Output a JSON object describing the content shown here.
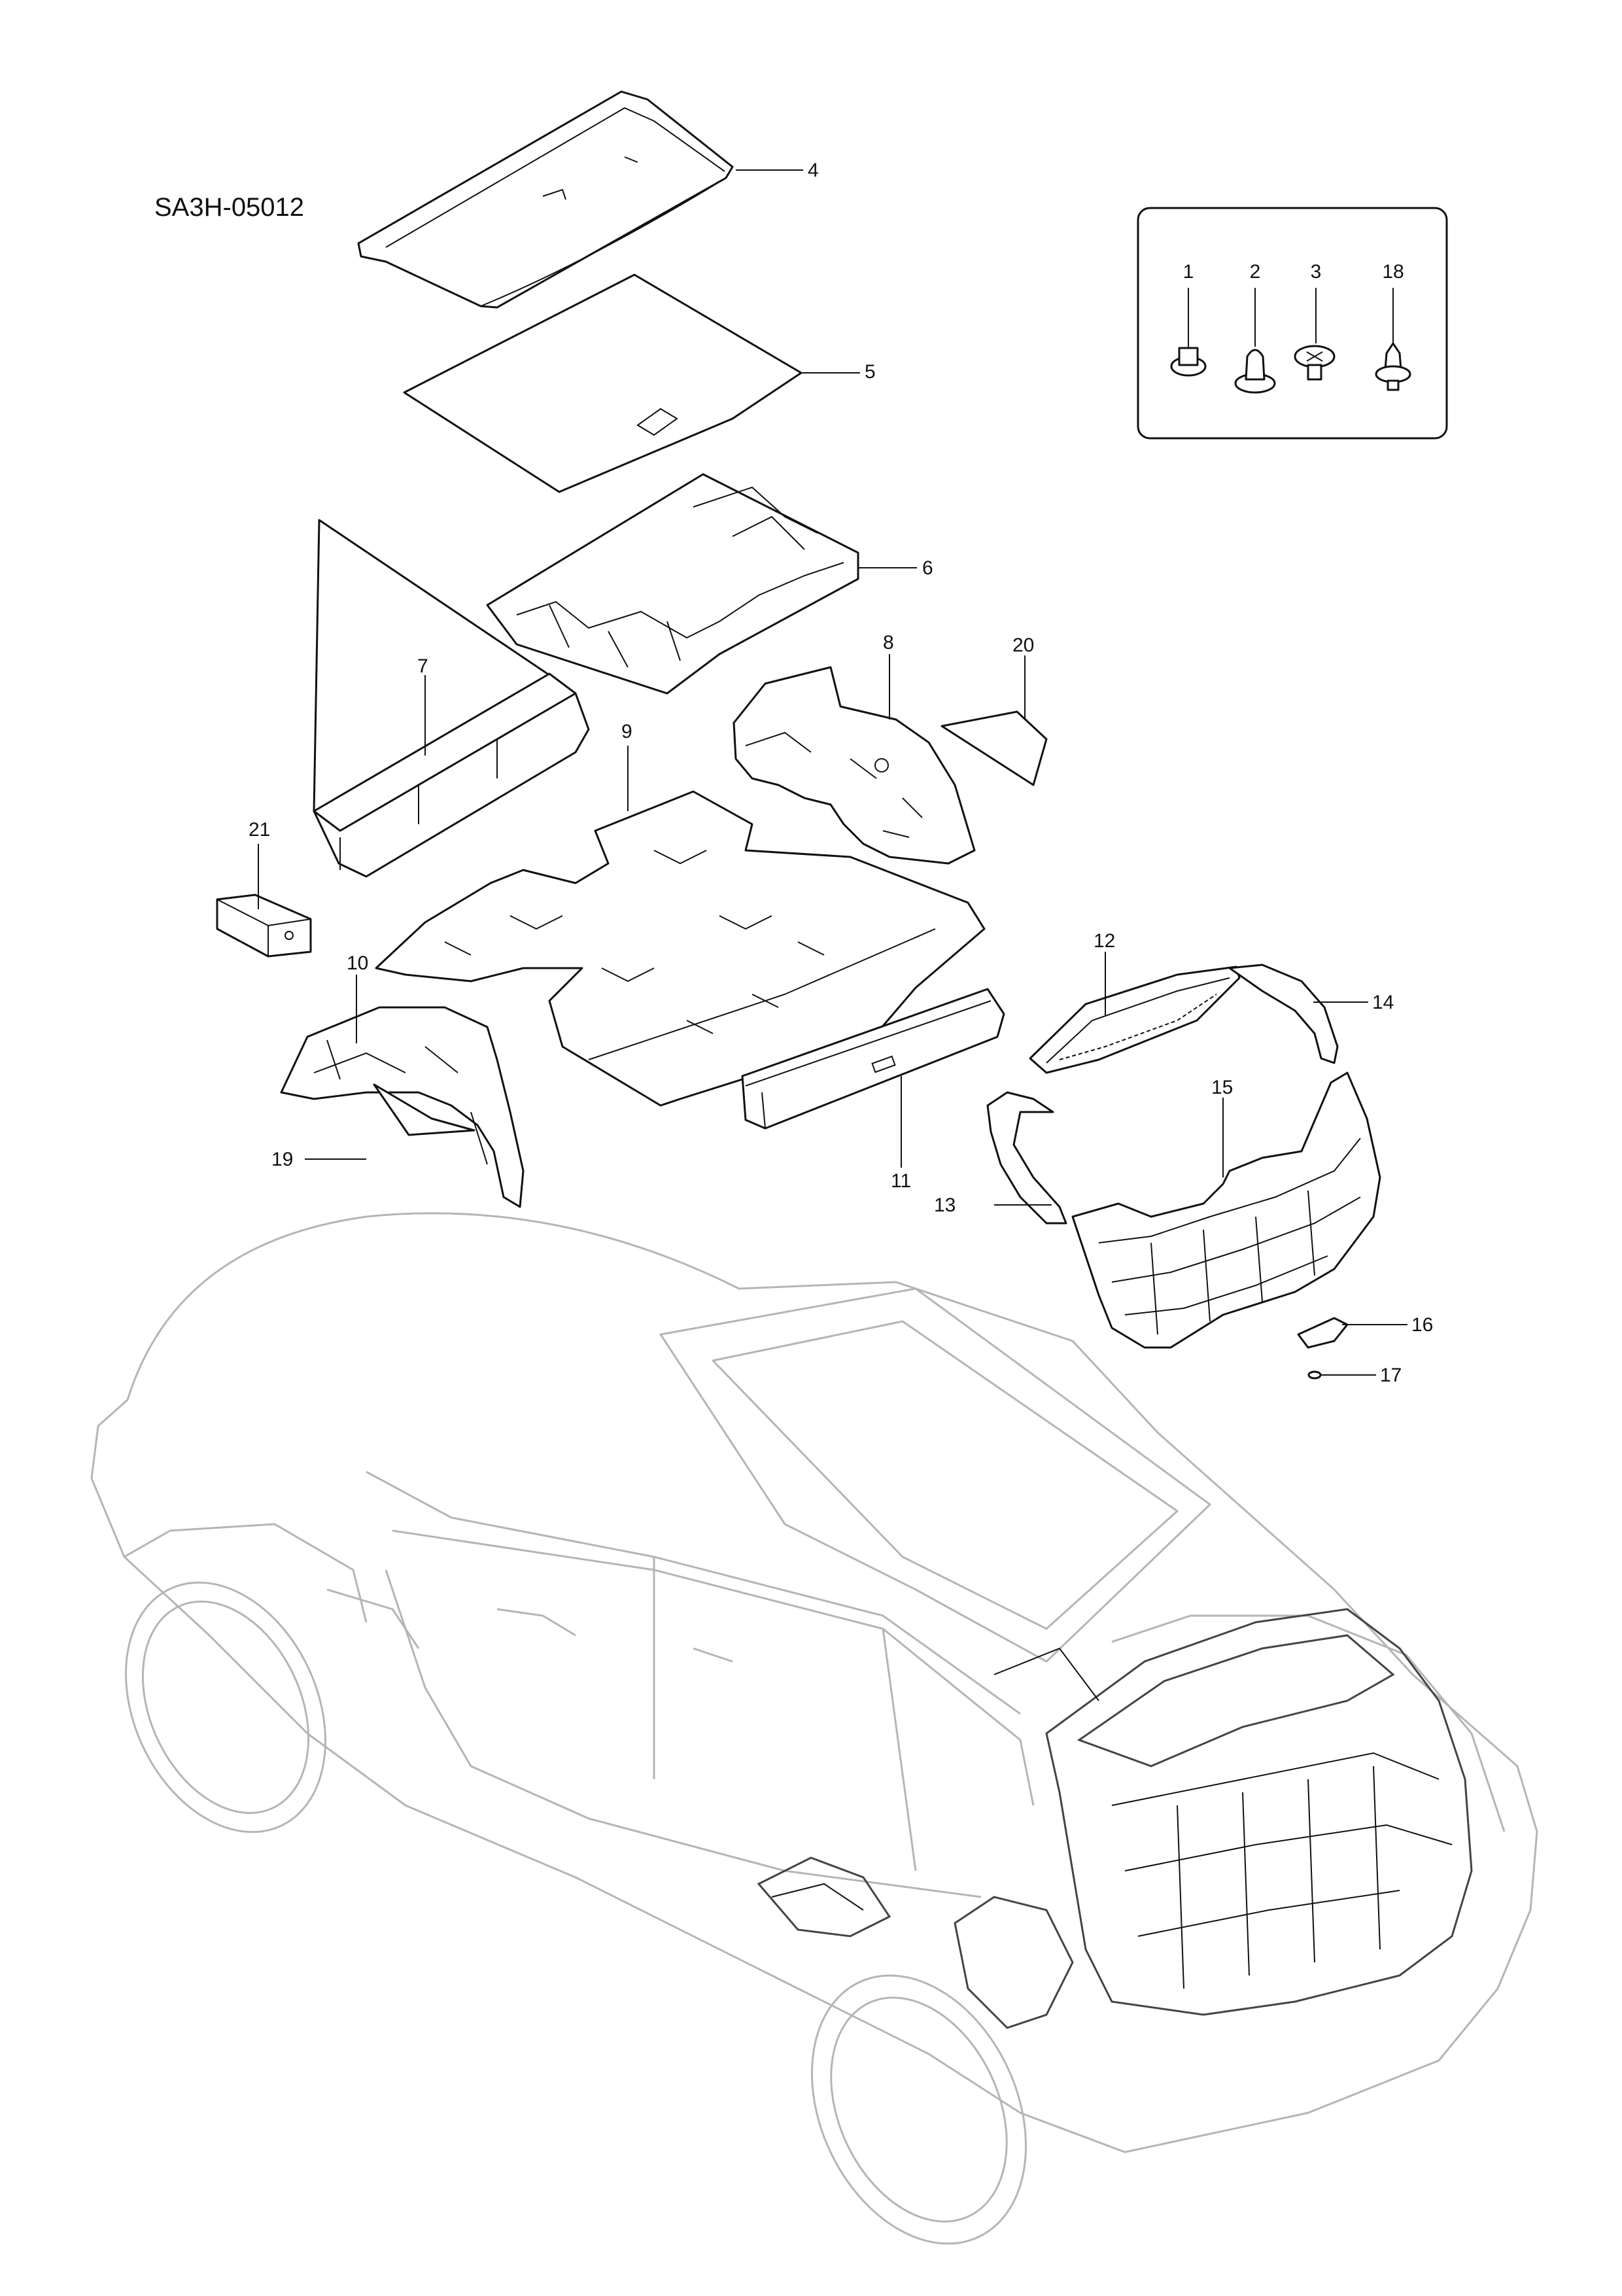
{
  "diagram_code": "SA3H-05012",
  "part_labels": {
    "p1": "1",
    "p2": "2",
    "p3": "3",
    "p4": "4",
    "p5": "5",
    "p6": "6",
    "p7": "7",
    "p8": "8",
    "p9": "9",
    "p10": "10",
    "p11": "11",
    "p12": "12",
    "p13": "13",
    "p14": "14",
    "p15": "15",
    "p16": "16",
    "p17": "17",
    "p18": "18",
    "p19": "19",
    "p20": "20",
    "p21": "21"
  }
}
